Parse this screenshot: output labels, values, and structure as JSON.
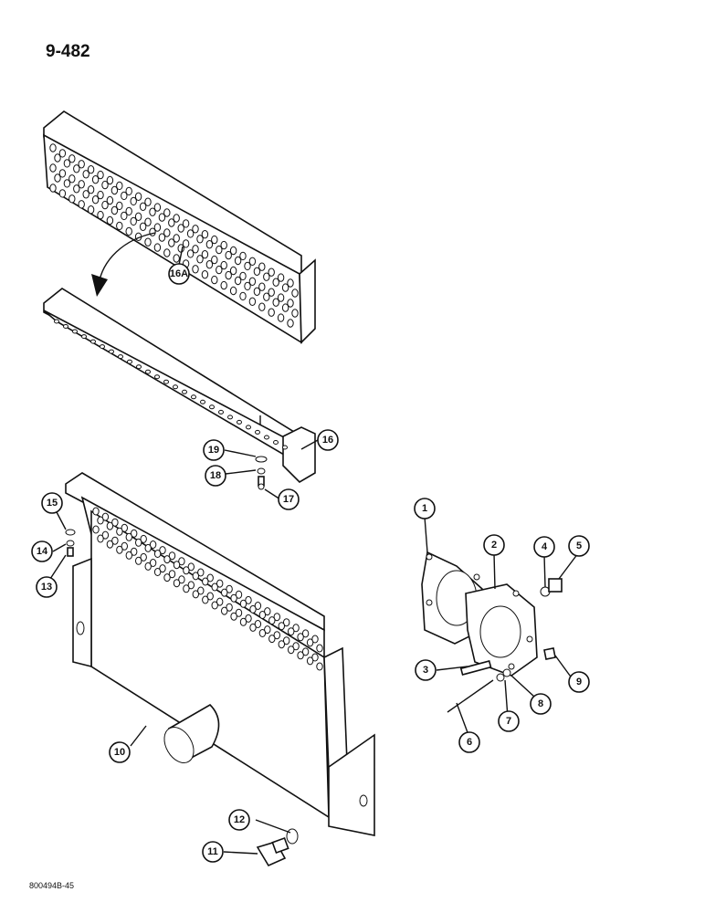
{
  "page_number": "9-482",
  "drawing_id": "800494B-45",
  "callouts": {
    "c1": "1",
    "c2": "2",
    "c3": "3",
    "c4": "4",
    "c5": "5",
    "c6": "6",
    "c7": "7",
    "c8": "8",
    "c9": "9",
    "c10": "10",
    "c11": "11",
    "c12": "12",
    "c13": "13",
    "c14": "14",
    "c15": "15",
    "c16": "16",
    "c16a": "16A",
    "c17": "17",
    "c18": "18",
    "c19": "19"
  }
}
